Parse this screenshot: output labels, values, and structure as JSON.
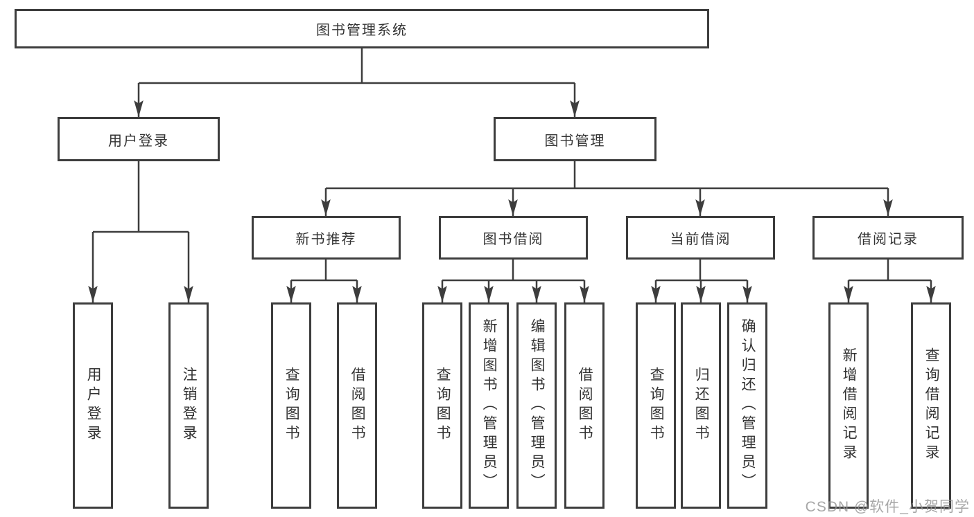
{
  "diagram": {
    "title_node": {
      "label": "图书管理系统"
    },
    "level2": [
      {
        "label": "用户登录"
      },
      {
        "label": "图书管理"
      }
    ],
    "level3": [
      {
        "label": "新书推荐",
        "parent": "图书管理"
      },
      {
        "label": "图书借阅",
        "parent": "图书管理"
      },
      {
        "label": "当前借阅",
        "parent": "图书管理"
      },
      {
        "label": "借阅记录",
        "parent": "图书管理"
      }
    ],
    "leaves": [
      {
        "label": "用户登录",
        "parent": "用户登录"
      },
      {
        "label": "注销登录",
        "parent": "用户登录"
      },
      {
        "label": "查询图书",
        "parent": "新书推荐"
      },
      {
        "label": "借阅图书",
        "parent": "新书推荐"
      },
      {
        "label": "查询图书",
        "parent": "图书借阅"
      },
      {
        "label": "新增图书（管理员）",
        "parent": "图书借阅"
      },
      {
        "label": "编辑图书（管理员）",
        "parent": "图书借阅"
      },
      {
        "label": "借阅图书",
        "parent": "图书借阅"
      },
      {
        "label": "查询图书",
        "parent": "当前借阅"
      },
      {
        "label": "归还图书",
        "parent": "当前借阅"
      },
      {
        "label": "确认归还（管理员）",
        "parent": "当前借阅"
      },
      {
        "label": "新增借阅记录",
        "parent": "借阅记录"
      },
      {
        "label": "查询借阅记录",
        "parent": "借阅记录"
      }
    ],
    "colors": {
      "line": "#3d3d3d",
      "text": "#333333",
      "background": "#ffffff"
    }
  },
  "watermark": {
    "text": "CSDN @软件_小贺同学"
  }
}
